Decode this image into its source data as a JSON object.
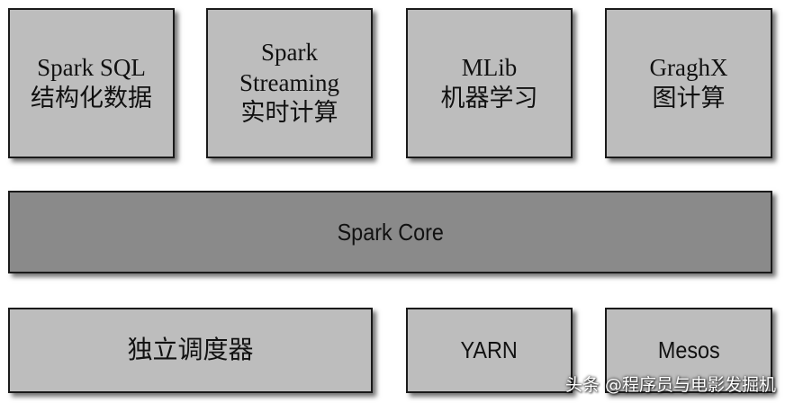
{
  "libraries": [
    {
      "lines": [
        "Spark SQL",
        "结构化数据"
      ]
    },
    {
      "lines": [
        "Spark",
        "Streaming",
        "实时计算"
      ]
    },
    {
      "lines": [
        "MLib",
        "机器学习"
      ]
    },
    {
      "lines": [
        "GraghX",
        "图计算"
      ]
    }
  ],
  "core": {
    "label": "Spark Core"
  },
  "schedulers": [
    {
      "label": "独立调度器"
    },
    {
      "label": "YARN"
    },
    {
      "label": "Mesos"
    }
  ],
  "watermark": "头条 @程序员与电影发掘机",
  "colors": {
    "library_fill": "#bdbdbd",
    "core_fill": "#8a8a8a",
    "border": "#1a1a1a"
  }
}
